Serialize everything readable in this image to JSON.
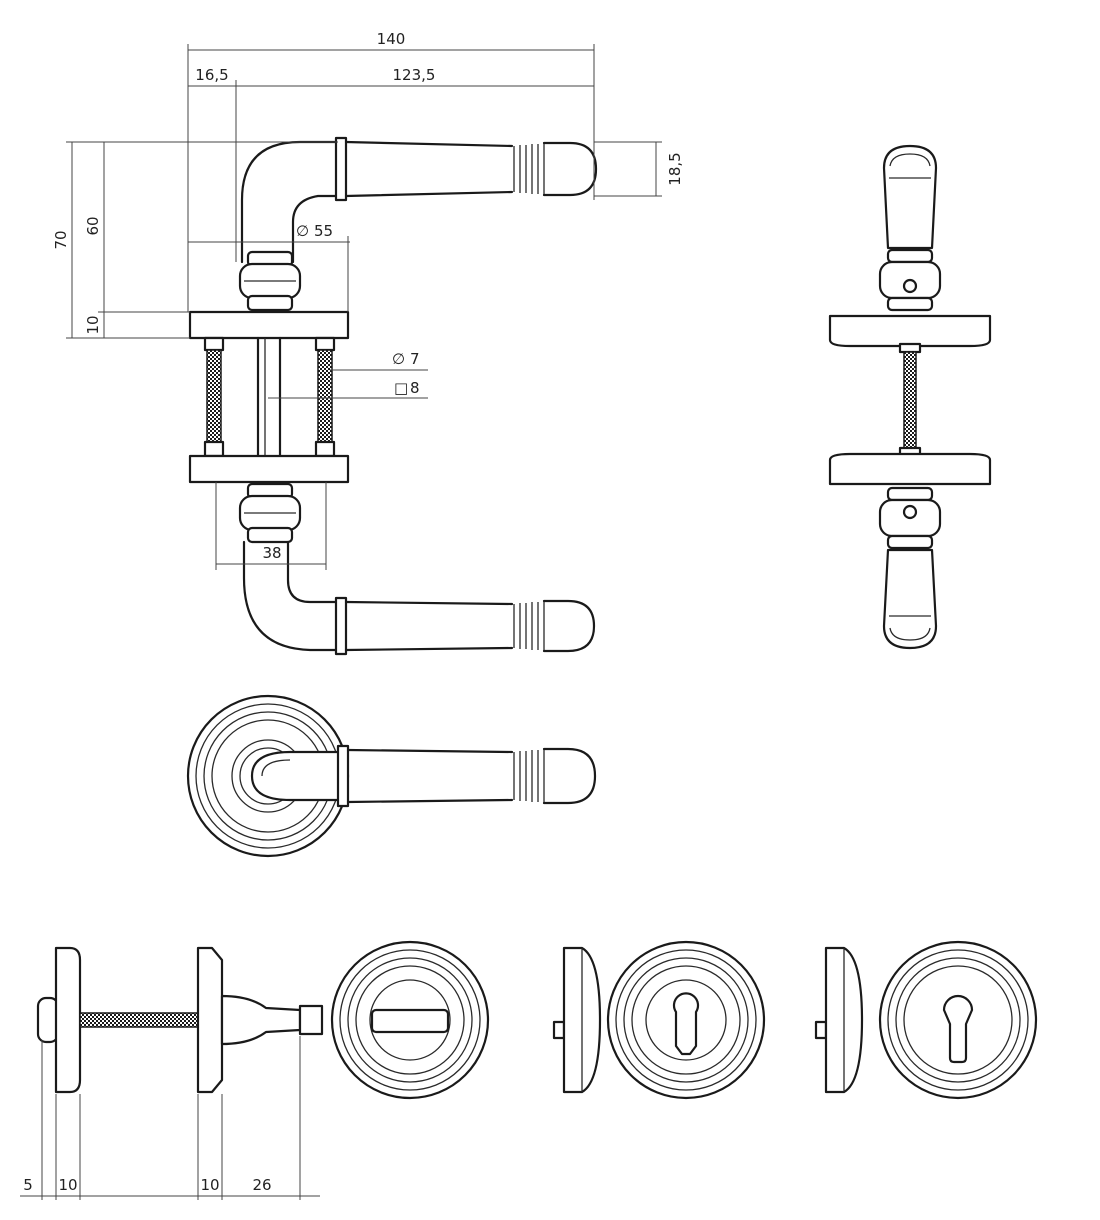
{
  "dimensions": {
    "overall_length": "140",
    "rose_offset": "16,5",
    "lever_length": "123,5",
    "grip_height": "18,5",
    "total_height": "70",
    "lever_height": "60",
    "rose_height": "10",
    "rose_diameter": "55",
    "bolt_diameter": "7",
    "spindle_square": "8",
    "neck_width": "38",
    "turn_rose_offset": "5",
    "turn_rose_thickness_left": "10",
    "turn_rose_thickness_right": "10",
    "turn_length": "26"
  },
  "symbols": {
    "diameter": "∅",
    "square": "□"
  }
}
